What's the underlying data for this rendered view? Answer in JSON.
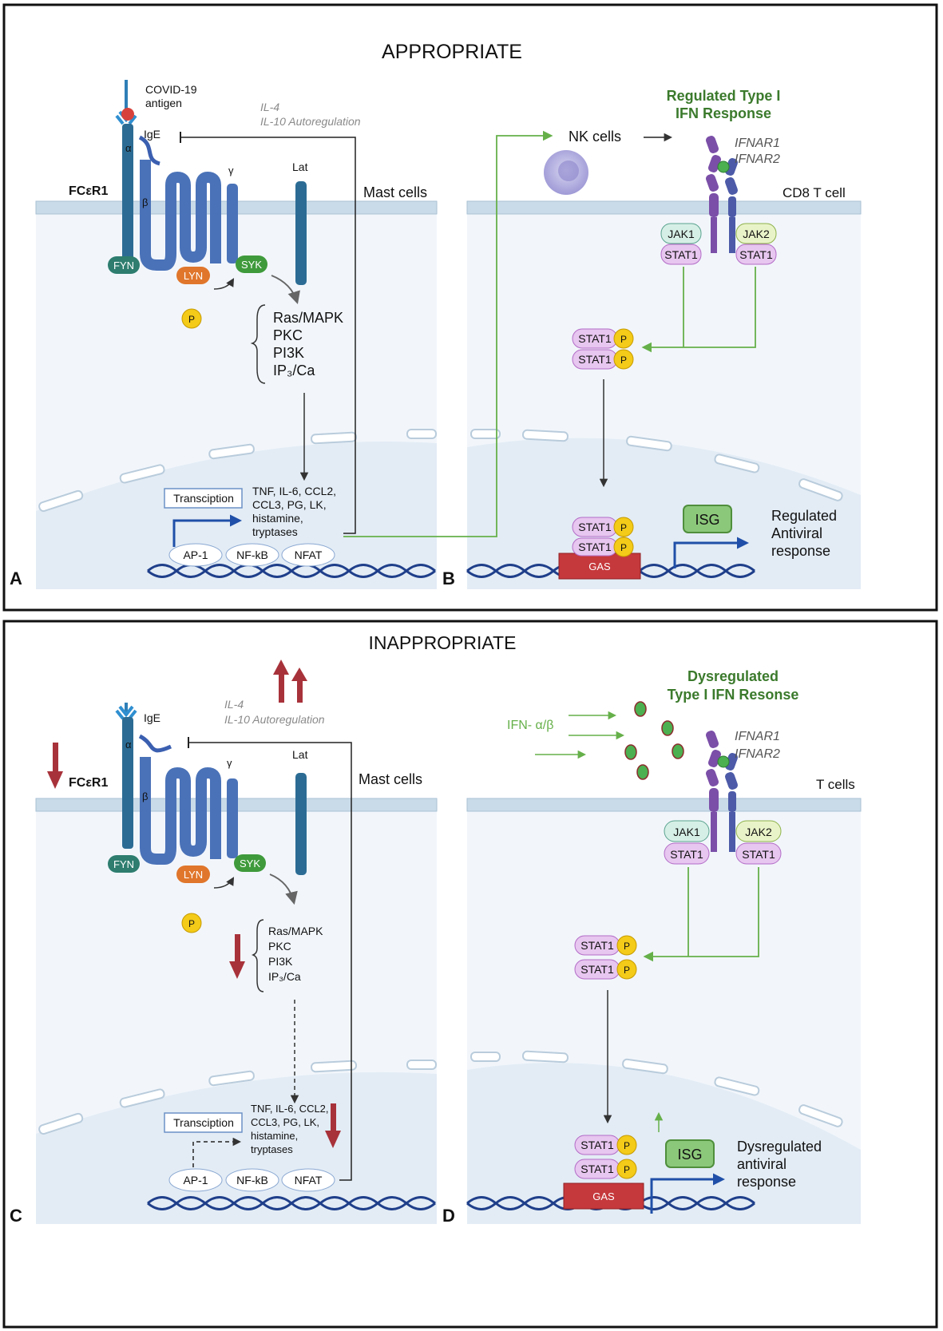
{
  "top": {
    "title": "APPROPRIATE",
    "panel_a": {
      "letter": "A",
      "antigen": [
        "COVID-19",
        "antigen"
      ],
      "ige": "IgE",
      "receptor": "FCεR1",
      "alpha": "α",
      "beta": "β",
      "gamma": "γ",
      "lat": "Lat",
      "cell": "Mast cells",
      "autoreg": [
        "IL-4",
        "IL-10  Autoregulation"
      ],
      "fyn": "FYN",
      "lyn": "LYN",
      "syk": "SYK",
      "p": "P",
      "pathways": [
        "Ras/MAPK",
        "PKC",
        "PI3K",
        "IP₃/Ca"
      ],
      "transcription": "Transciption",
      "mediators": [
        "TNF, IL-6, CCL2,",
        "CCL3, PG,  LK,",
        "histamine,",
        "tryptases"
      ],
      "tfs": [
        "AP-1",
        "NF-kB",
        "NFAT"
      ]
    },
    "panel_b": {
      "letter": "B",
      "response_title": [
        "Regulated Type I",
        "IFN Response"
      ],
      "nk": "NK cells",
      "ifnar": [
        "IFNAR1",
        "IFNAR2"
      ],
      "cell": "CD8 T cell",
      "jak1": "JAK1",
      "jak2": "JAK2",
      "stat1": "STAT1",
      "p": "P",
      "gas": "GAS",
      "isg": "ISG",
      "outcome": [
        "Regulated",
        "Antiviral",
        "response"
      ]
    }
  },
  "bottom": {
    "title": "INAPPROPRIATE",
    "panel_c": {
      "letter": "C",
      "ige": "IgE",
      "receptor": "FCεR1",
      "alpha": "α",
      "beta": "β",
      "gamma": "γ",
      "lat": "Lat",
      "cell": "Mast cells",
      "autoreg": [
        "IL-4",
        "IL-10 Autoregulation"
      ],
      "fyn": "FYN",
      "lyn": "LYN",
      "syk": "SYK",
      "p": "P",
      "pathways": [
        "Ras/MAPK",
        "PKC",
        "PI3K",
        "IP₃/Ca"
      ],
      "transcription": "Transciption",
      "mediators": [
        "TNF, IL-6, CCL2,",
        "CCL3, PG,  LK,",
        "histamine,",
        "tryptases"
      ],
      "tfs": [
        "AP-1",
        "NF-kB",
        "NFAT"
      ]
    },
    "panel_d": {
      "letter": "D",
      "response_title": [
        "Dysregulated",
        "Type I IFN Resonse"
      ],
      "ifn": "IFN- α/β",
      "ifnar": [
        "IFNAR1",
        "IFNAR2"
      ],
      "cell": "T cells",
      "jak1": "JAK1",
      "jak2": "JAK2",
      "stat1": "STAT1",
      "p": "P",
      "gas": "GAS",
      "isg": "ISG",
      "outcome": [
        "Dysregulated",
        "antiviral",
        "response"
      ]
    }
  },
  "colors": {
    "membrane": "#c9dbe8",
    "receptor": "#4a72b8",
    "green_arrow": "#66b04a",
    "title_green": "#3b7a2c",
    "red_arrow": "#a8323a",
    "dna": "#1f3f8a",
    "gas": "#c5383b",
    "stat": "#e7c6ef",
    "phospho": "#f3cb18",
    "jak1": "#d6efe6",
    "jak2": "#e9f3c8",
    "isg": "#8cc87a"
  }
}
